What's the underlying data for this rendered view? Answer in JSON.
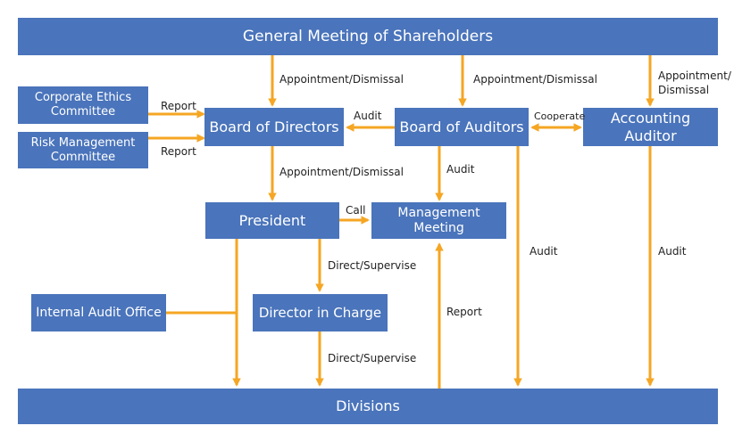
{
  "colors": {
    "box": "#4a74bb",
    "arrow": "#f5a623",
    "text": "#222222"
  },
  "boxes": {
    "shareholders": "General Meeting of Shareholders",
    "board_of_directors": "Board of Directors",
    "board_of_auditors": "Board of Auditors",
    "accounting_auditor": "Accounting Auditor",
    "ethics_committee": "Corporate Ethics Committee",
    "risk_committee": "Risk Management Committee",
    "president": "President",
    "management_meeting": "Management Meeting",
    "internal_audit_office": "Internal Audit Office",
    "director_in_charge": "Director in Charge",
    "divisions": "Divisions"
  },
  "labels": {
    "appoint_board": "Appointment/Dismissal",
    "appoint_auditors": "Appointment/Dismissal",
    "appoint_accounting_1": "Appointment/",
    "appoint_accounting_2": "Dismissal",
    "report_ethics": "Report",
    "report_risk": "Report",
    "audit_board": "Audit",
    "cooperate": "Cooperate",
    "appoint_president": "Appointment/Dismissal",
    "audit_mgmt": "Audit",
    "call": "Call",
    "audit_divisions_auditors": "Audit",
    "audit_divisions_accounting": "Audit",
    "direct_supervise_1": "Direct/Supervise",
    "direct_supervise_2": "Direct/Supervise",
    "report_mgmt": "Report"
  }
}
